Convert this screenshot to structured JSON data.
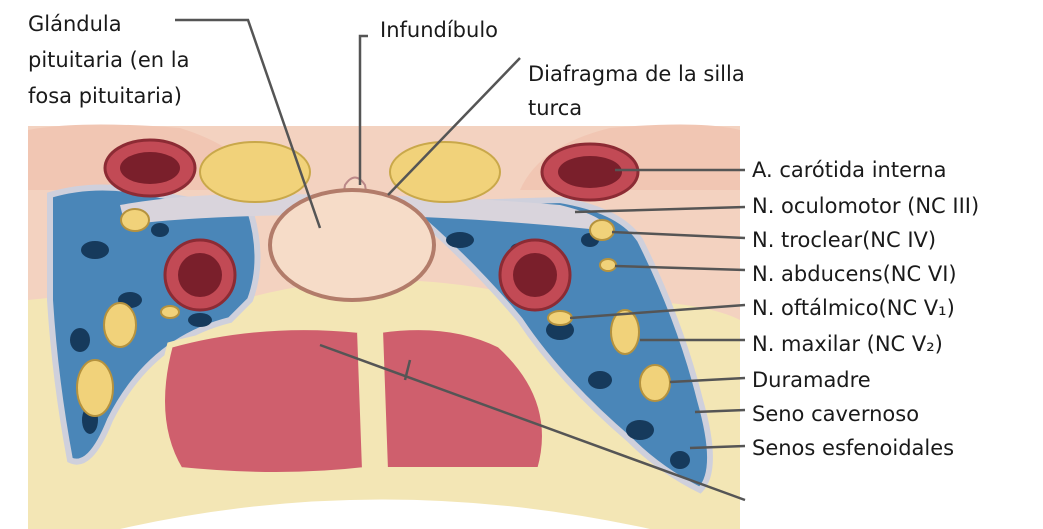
{
  "labels": {
    "pituitary_line1": "Glándula",
    "pituitary_line2": "pituitaria (en la",
    "pituitary_line3": "fosa pituitaria)",
    "infundibulum": "Infundíbulo",
    "diaphragm_line1": "Diafragma de la silla",
    "diaphragm_line2": "turca",
    "carotid": "A. carótida interna",
    "oculomotor": "N. oculomotor (NC III)",
    "trochlear": "N. troclear(NC IV)",
    "abducens": "N. abducens(NC VI)",
    "ophthalmic": "N. oftálmico(NC V₁)",
    "maxillary": "N. maxilar (NC V₂)",
    "dura": "Duramadre",
    "cavernous": "Seno cavernoso",
    "sphenoid": "Senos esfenoidales"
  },
  "colors": {
    "bone": "#f3e6b5",
    "skin_tissue": "#f2c9b3",
    "sinus_blue": "#4a86b8",
    "sinus_dark": "#163a5c",
    "artery_red": "#c24a55",
    "artery_lumen": "#7a1f2b",
    "nerve_yellow": "#f1d27a",
    "pituitary": "#f6dcc8",
    "dura_gray": "#d9d4dc",
    "sphenoid_red": "#cf5f6d",
    "leader": "#555555"
  }
}
